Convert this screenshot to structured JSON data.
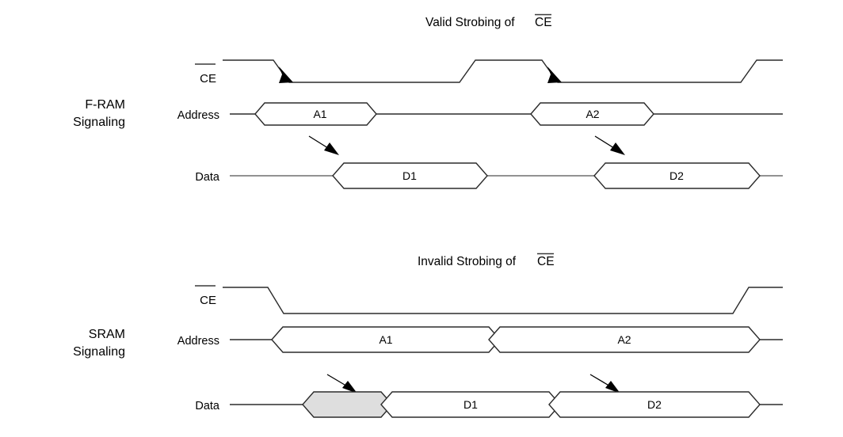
{
  "figure": {
    "background_color": "#ffffff",
    "line_color": "#2b2b2b",
    "shaded_fill_color": "#dedede"
  },
  "sections": [
    {
      "id": "fram",
      "title": "Valid Strobing of CE",
      "title_signal": "CE",
      "title_overline": true,
      "group_label_line1": "F-RAM",
      "group_label_line2": "Signaling",
      "signals": [
        {
          "name": "CE",
          "label": "CE",
          "overline": true
        },
        {
          "name": "Address",
          "label": "Address",
          "overline": false
        },
        {
          "name": "Data",
          "label": "Data",
          "overline": false
        }
      ],
      "address_buses": [
        {
          "label": "A1",
          "shaded": false
        },
        {
          "label": "A2",
          "shaded": false
        }
      ],
      "data_buses": [
        {
          "label": "D1",
          "shaded": false
        },
        {
          "label": "D2",
          "shaded": false
        }
      ]
    },
    {
      "id": "sram",
      "title": "Invalid Strobing of CE",
      "title_signal": "CE",
      "title_overline": true,
      "group_label_line1": "SRAM",
      "group_label_line2": "Signaling",
      "signals": [
        {
          "name": "CE",
          "label": "CE",
          "overline": true
        },
        {
          "name": "Address",
          "label": "Address",
          "overline": false
        },
        {
          "name": "Data",
          "label": "Data",
          "overline": false
        }
      ],
      "address_buses": [
        {
          "label": "A1",
          "shaded": false
        },
        {
          "label": "A2",
          "shaded": false
        }
      ],
      "data_buses": [
        {
          "label": "",
          "shaded": true
        },
        {
          "label": "D1",
          "shaded": false
        },
        {
          "label": "D2",
          "shaded": false
        }
      ]
    }
  ],
  "labels": {
    "valid_title_prefix": "Valid Strobing of ",
    "invalid_title_prefix": "Invalid Strobing of ",
    "ce": "CE",
    "address": "Address",
    "data": "Data",
    "fram_line1": "F-RAM",
    "fram_line2": "Signaling",
    "sram_line1": "SRAM",
    "sram_line2": "Signaling",
    "a1": "A1",
    "a2": "A2",
    "d1": "D1",
    "d2": "D2"
  }
}
